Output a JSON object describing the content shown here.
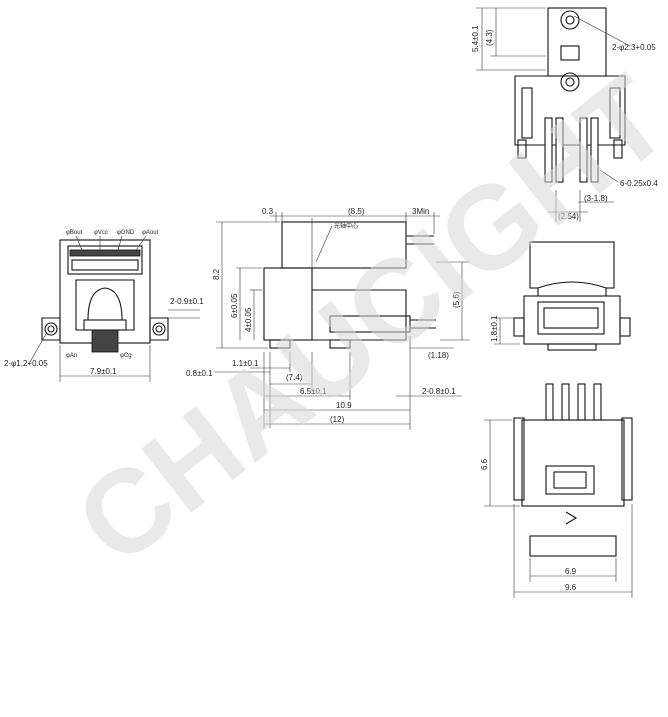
{
  "watermark": "CHAUCIGHT",
  "top_view": {
    "hole_label": "2-φ2.3+0.05",
    "dim_height_total": "5.4±0.1",
    "dim_height_inner": "(4.3)",
    "pin_label": "6-0.25x0.4",
    "pitch": "(2.54)",
    "pitch_half": "(3-1.8)"
  },
  "front_view": {
    "labels": [
      "φBout",
      "φVcc",
      "φGND",
      "φAout"
    ],
    "label_an": "φAn",
    "label_cg": "φCg",
    "hole_label": "2-φ1.2+0.05",
    "width": "7.9±0.1",
    "side_dim": "2-0.9±0.1"
  },
  "side_view": {
    "top_left": "0.3",
    "top_mid": "(8.5)",
    "top_right": "3Min",
    "center_note": "光轴中心",
    "h_total": "8.2",
    "h_mid": "6±0.05",
    "h_low": "4±0.05",
    "bottom1": "1.1±0.1",
    "bottom2": "(7.4)",
    "bottom3": "6.5±0.1",
    "bottom4": "10.9",
    "bottom5": "(12)",
    "left_small": "0.8±0.1",
    "right_small": "2-0.8±0.1",
    "right_h": "(5.6)",
    "right_b": "(1.18)"
  },
  "right_view": {
    "height": "1.8±0.1"
  },
  "bottom_view": {
    "height": "6.6",
    "width_inner": "6.9",
    "width_outer": "9.6"
  }
}
